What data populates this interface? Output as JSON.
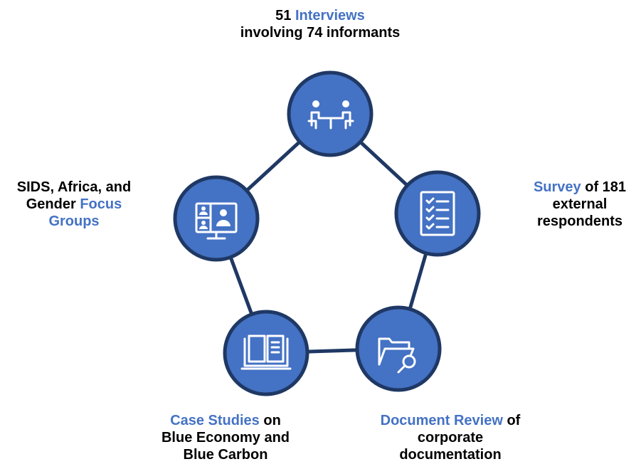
{
  "colors": {
    "accent": "#4472c4",
    "node_fill": "#4472c4",
    "node_border": "#1f3864",
    "link": "#1f3864",
    "text": "#000000"
  },
  "nodes": {
    "interviews": {
      "icon": "interview-meeting-icon",
      "line1_num": "51 ",
      "line1_hl": "Interviews",
      "line2": "involving 74 informants"
    },
    "survey": {
      "icon": "checklist-icon",
      "line1_hl": "Survey",
      "line1_rest": " of 181",
      "line2": "external",
      "line3": "respondents"
    },
    "document_review": {
      "icon": "folder-search-icon",
      "line1_hl": "Document Review",
      "line1_rest": " of",
      "line2": "corporate",
      "line3": "documentation"
    },
    "case_studies": {
      "icon": "open-book-icon",
      "line1_hl": "Case Studies",
      "line1_rest": " on",
      "line2": "Blue Economy and",
      "line3": "Blue Carbon"
    },
    "focus_groups": {
      "icon": "video-conference-icon",
      "line1": "SIDS, Africa, and",
      "line2_pre": "Gender ",
      "line2_hl": "Focus",
      "line3_hl": "Groups"
    }
  }
}
